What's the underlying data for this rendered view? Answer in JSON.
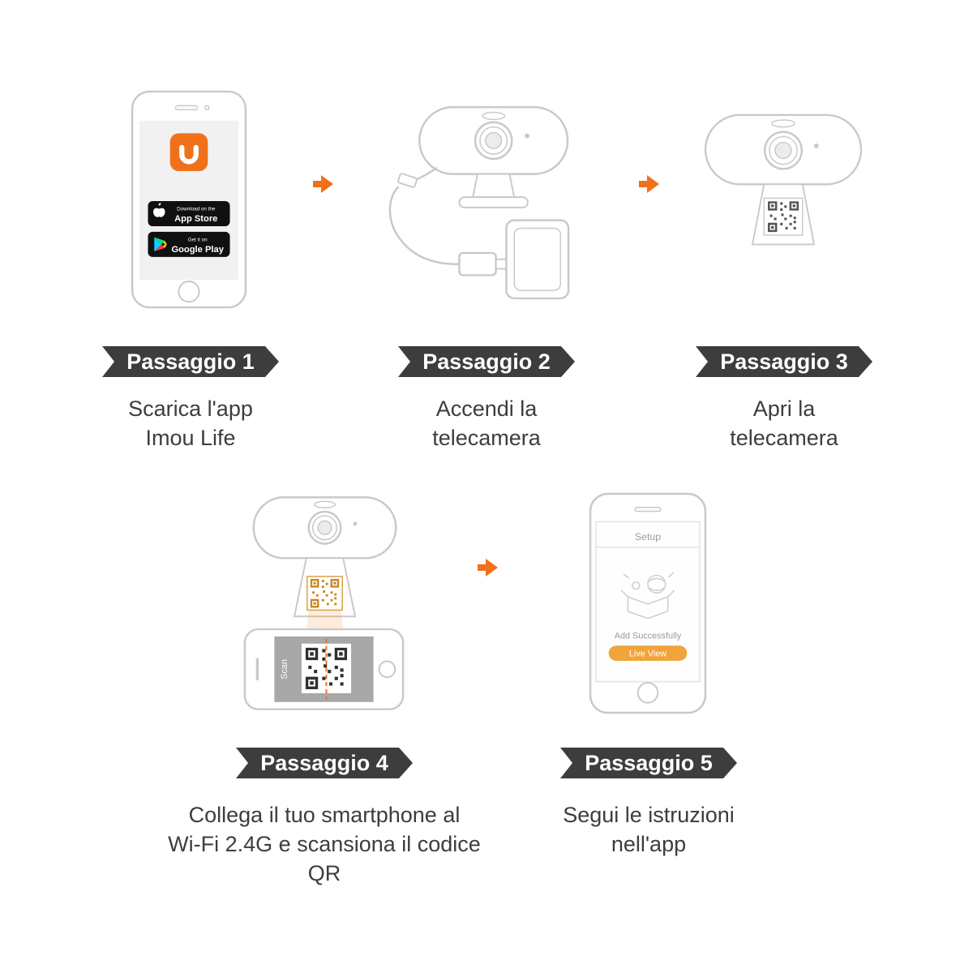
{
  "colors": {
    "accent": "#F0711A",
    "banner_bg": "#3D3D3D",
    "sketch_gray": "#C9C9C9",
    "button_orange": "#F0A43B"
  },
  "steps": [
    {
      "banner": "Passaggio 1",
      "caption": "Scarica l'app\nImou Life"
    },
    {
      "banner": "Passaggio 2",
      "caption": "Accendi la\ntelecamera"
    },
    {
      "banner": "Passaggio 3",
      "caption": "Apri la\ntelecamera"
    },
    {
      "banner": "Passaggio 4",
      "caption": "Collega il tuo smartphone al\nWi-Fi 2.4G e scansiona il codice\nQR"
    },
    {
      "banner": "Passaggio 5",
      "caption": "Segui le istruzioni\nnell'app"
    }
  ],
  "phone1": {
    "app_store_line1": "Download on the",
    "app_store_line2": "App Store",
    "google_play_line1": "Get it on",
    "google_play_line2": "Google Play"
  },
  "phone4": {
    "scan_label": "Scan"
  },
  "phone5": {
    "title": "Setup",
    "status": "Add Successfully",
    "button": "Live View"
  }
}
